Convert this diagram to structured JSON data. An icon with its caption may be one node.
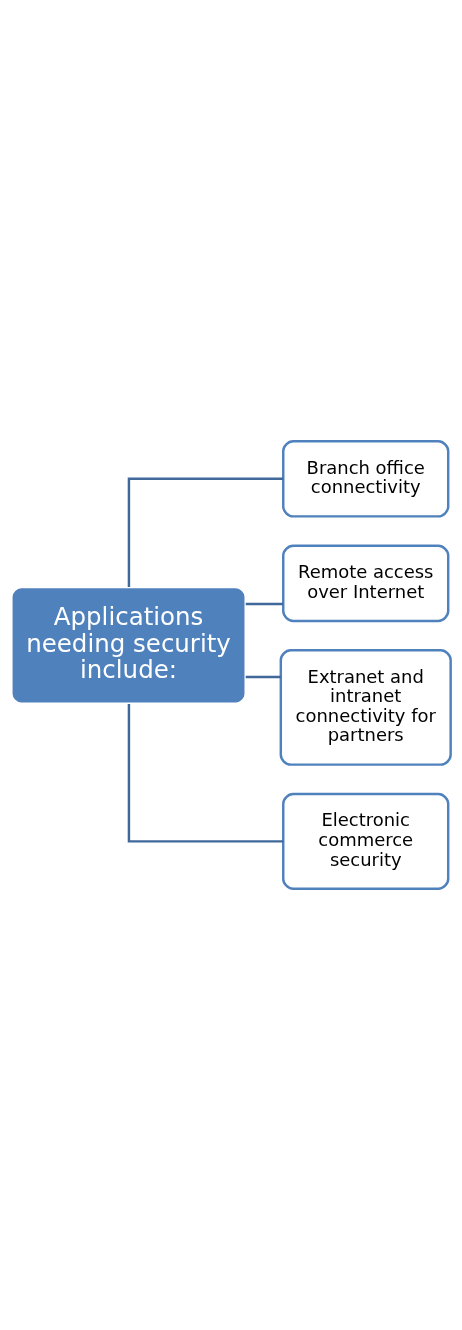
{
  "diagram": {
    "nodes": [
      {
        "text": [
          "Applications needing security include:"
        ]
      },
      {
        "text": [
          "Branch office connectivity"
        ]
      },
      {
        "text": [
          "Remote access over Internet"
        ]
      },
      {
        "text": [
          "Extranet and intranet connectivity for partners"
        ]
      },
      {
        "text": [
          "Electronic commerce security"
        ]
      }
    ],
    "edges": [
      {
        "from": 0,
        "to": 1,
        "arrow": "none"
      },
      {
        "from": 0,
        "to": 2,
        "arrow": "none"
      },
      {
        "from": 0,
        "to": 3,
        "arrow": "none"
      },
      {
        "from": 0,
        "to": 4,
        "arrow": "none"
      }
    ]
  }
}
